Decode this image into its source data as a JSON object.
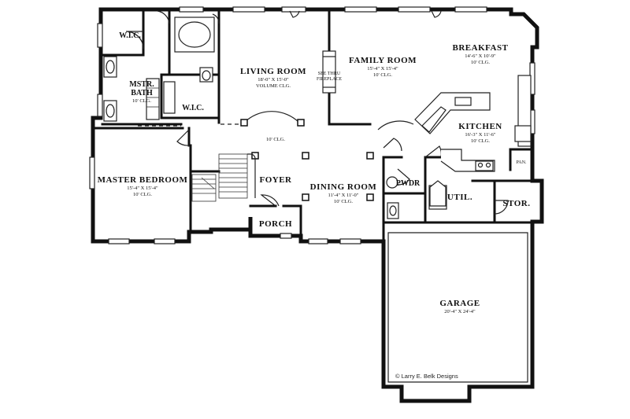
{
  "rooms": {
    "wic_top": {
      "name": "W.I.C."
    },
    "mstr_bath": {
      "name1": "MSTR.",
      "name2": "BATH",
      "ceiling": "10' CLG."
    },
    "wic_bath": {
      "name": "W.I.C."
    },
    "living": {
      "name": "LIVING ROOM",
      "dims": "18'-0\" X 15'-0\"",
      "ceiling": "VOLUME CLG."
    },
    "fireplace": {
      "line1": "SEE THRU",
      "line2": "FIREPLACE"
    },
    "family": {
      "name": "FAMILY ROOM",
      "dims": "15'-4\" X 15'-4\"",
      "ceiling": "10' CLG."
    },
    "breakfast": {
      "name": "BREAKFAST",
      "dims": "14'-6\" X 10'-9\"",
      "ceiling": "10' CLG."
    },
    "hall": {
      "ceiling": "10' CLG."
    },
    "kitchen": {
      "name": "KITCHEN",
      "dims": "16'-3\" X 11'-6\"",
      "ceiling": "10' CLG."
    },
    "pan": {
      "name": "PAN."
    },
    "master_bedroom": {
      "name": "MASTER BEDROOM",
      "dims": "15'-4\" X 15'-4\"",
      "ceiling": "10' CLG."
    },
    "foyer": {
      "name": "FOYER"
    },
    "dining": {
      "name": "DINING ROOM",
      "dims": "11'-4\" X 11'-0\"",
      "ceiling": "10' CLG."
    },
    "pwdr": {
      "name": "PWDR"
    },
    "util": {
      "name": "UTIL."
    },
    "stor": {
      "name": "STOR."
    },
    "porch": {
      "name": "PORCH"
    },
    "garage": {
      "name": "GARAGE",
      "dims": "20'-4\" X 24'-4\""
    }
  },
  "credit": {
    "text": "© Larry E. Belk Designs"
  }
}
